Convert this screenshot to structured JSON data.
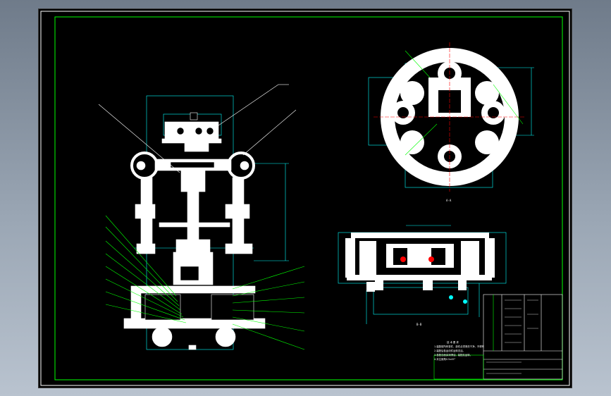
{
  "app": {
    "accent_colors": {
      "background": "#000000",
      "drawing_white": "#ffffff",
      "frame_green": "#00ff00",
      "dimension_cyan": "#00ffff",
      "centerline_red": "#ff0000",
      "leader_green": "#00ff00"
    }
  },
  "drawing": {
    "section_label_top_right": "A-A",
    "section_label_bottom_right": "B-B",
    "tech_req_title": "技 术 要 求",
    "tech_req_lines": [
      "1.装配前所有零件，部件必须清洗干净，不得有",
      "2.装配后各运动件运转灵活。",
      "3.各配合面涂润滑油，装配后运转。",
      "4.未注倒角0.5x45°"
    ]
  }
}
